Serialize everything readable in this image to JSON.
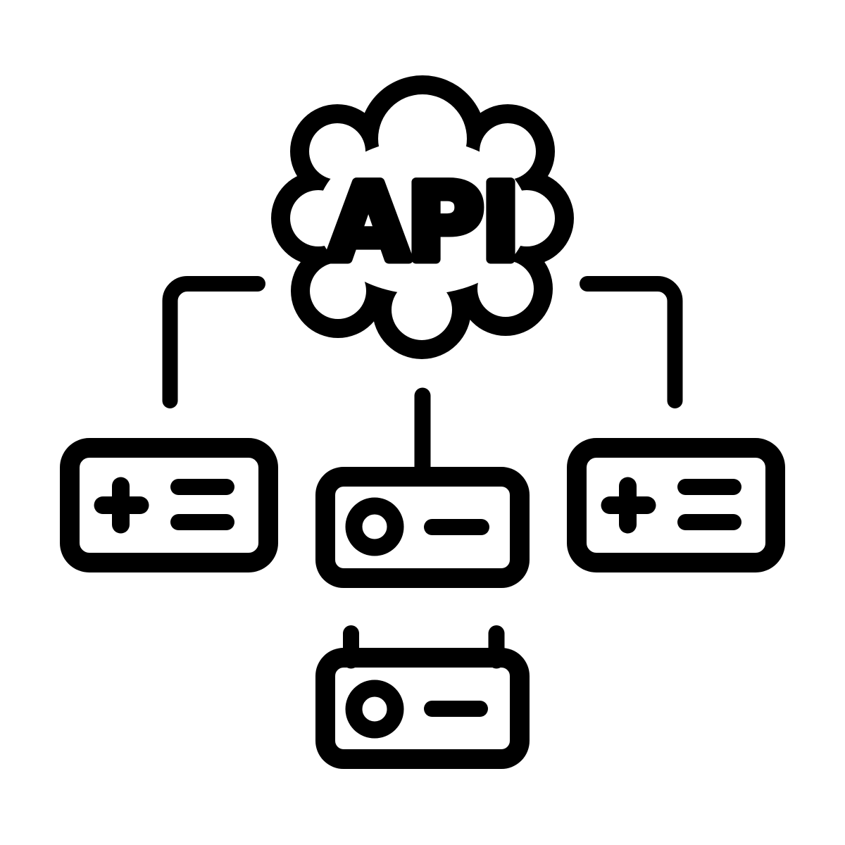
{
  "figure": {
    "cloud": {
      "label": "API"
    },
    "colors": {
      "ink": "#000000",
      "background": "#ffffff"
    },
    "nodes": [
      {
        "id": "api-cloud",
        "icon": "api-cloud-icon"
      },
      {
        "id": "module-left",
        "icon": "plus-equals-icon"
      },
      {
        "id": "module-center",
        "icon": "toggle-dash-icon"
      },
      {
        "id": "module-right",
        "icon": "plus-equals-icon"
      },
      {
        "id": "module-bottom",
        "icon": "toggle-dash-icon"
      }
    ]
  }
}
